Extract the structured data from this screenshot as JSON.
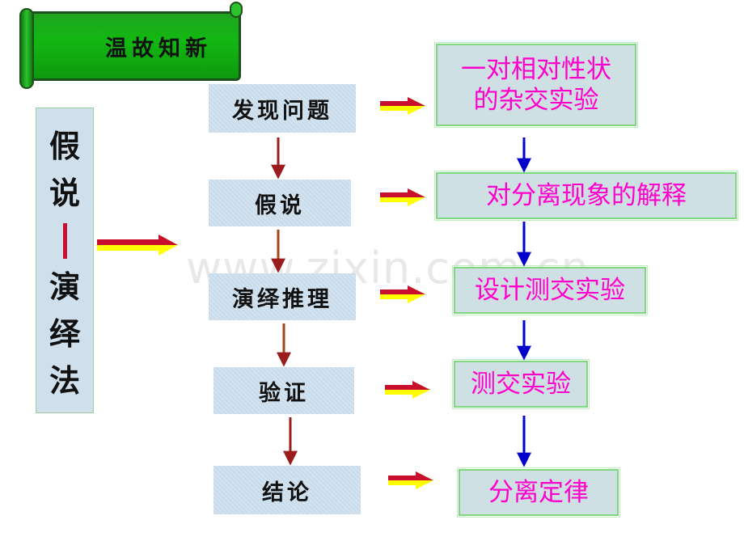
{
  "banner": {
    "title": "温故知新"
  },
  "method": {
    "chars_top": [
      "假",
      "说"
    ],
    "chars_bottom": [
      "演",
      "绎",
      "法"
    ]
  },
  "steps": [
    {
      "label": "发现问题"
    },
    {
      "label": "假说"
    },
    {
      "label": "演绎推理"
    },
    {
      "label": "验证"
    },
    {
      "label": "结论"
    }
  ],
  "results": [
    {
      "line1": "一对相对性状",
      "line2": "的杂交实验"
    },
    {
      "line1": "对分离现象的解释",
      "line2": ""
    },
    {
      "line1": "设计测交实验",
      "line2": ""
    },
    {
      "line1": "测交实验",
      "line2": ""
    },
    {
      "line1": "分离定律",
      "line2": ""
    }
  ],
  "watermark": "www.zixin.com.cn",
  "colors": {
    "arrow_red": "#c8102e",
    "arrow_yellow": "#ffff00",
    "arrow_dark_red": "#9b1c1c",
    "arrow_blue": "#0000cc",
    "result_text": "#ff00cc",
    "banner_green": "#12b812"
  }
}
